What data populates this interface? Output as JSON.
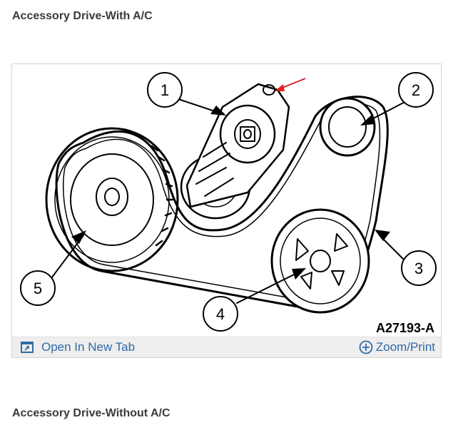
{
  "section_heading_with_ac": "Accessory Drive-With A/C",
  "section_heading_without_ac": "Accessory Drive-Without A/C",
  "figure": {
    "figure_id": "A27193-A",
    "callouts": [
      "1",
      "2",
      "3",
      "4",
      "5"
    ],
    "toolbar": {
      "open_new_tab_label": "Open In New Tab",
      "zoom_print_label": "Zoom/Print",
      "open_new_tab_icon": "open-new-tab-icon",
      "zoom_icon": "plus-circle-icon",
      "link_color": "#2f6aa6"
    },
    "annotation_arrow_color": "#e02020"
  }
}
